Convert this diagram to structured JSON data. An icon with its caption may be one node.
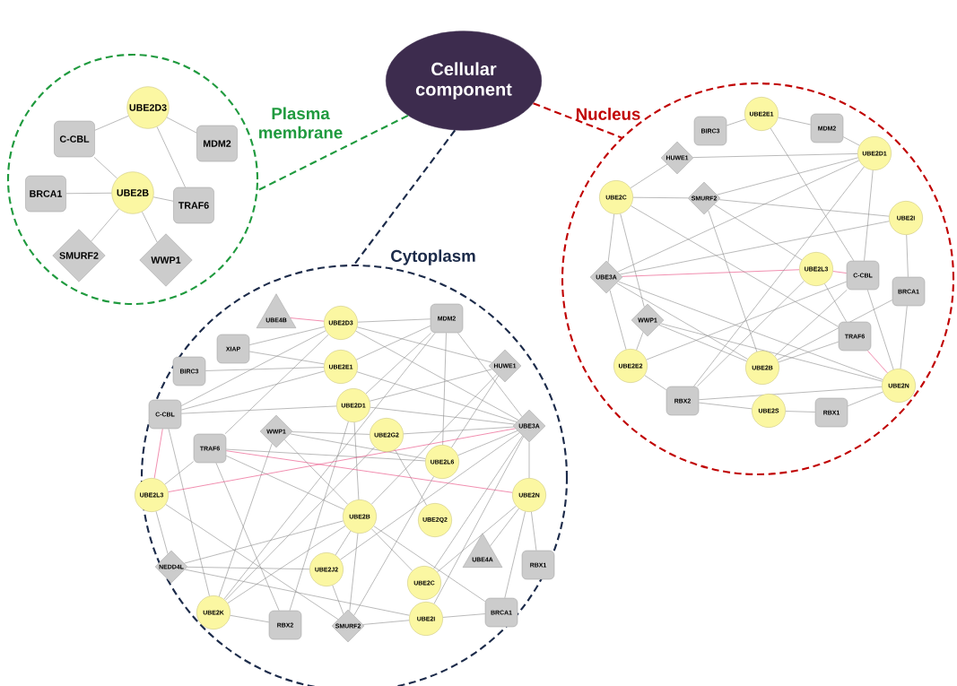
{
  "diagram": {
    "nodes": [
      {
        "text": [
          "Cellular component"
        ]
      },
      {
        "text": [
          "Plasma membrane"
        ]
      },
      {
        "text": [
          "UBE2D3"
        ],
        "in": 1
      },
      {
        "text": [
          "C-CBL"
        ],
        "in": 1
      },
      {
        "text": [
          "MDM2"
        ],
        "in": 1
      },
      {
        "text": [
          "BRCA1"
        ],
        "in": 1
      },
      {
        "text": [
          "UBE2B"
        ],
        "in": 1
      },
      {
        "text": [
          "TRAF6"
        ],
        "in": 1
      },
      {
        "text": [
          "SMURF2"
        ],
        "in": 1
      },
      {
        "text": [
          "WWP1"
        ],
        "in": 1
      },
      {
        "text": [
          "Nucleus"
        ]
      },
      {
        "text": [
          "UBE2E1"
        ],
        "in": 10
      },
      {
        "text": [
          "BIRC3"
        ],
        "in": 10
      },
      {
        "text": [
          "MDM2"
        ],
        "in": 10
      },
      {
        "text": [
          "HUWE1"
        ],
        "in": 10
      },
      {
        "text": [
          "UBE2D1"
        ],
        "in": 10
      },
      {
        "text": [
          "UBE2C"
        ],
        "in": 10
      },
      {
        "text": [
          "SMURF2"
        ],
        "in": 10
      },
      {
        "text": [
          "UBE2I"
        ],
        "in": 10
      },
      {
        "text": [
          "UBE3A"
        ],
        "in": 10
      },
      {
        "text": [
          "UBE2L3"
        ],
        "in": 10
      },
      {
        "text": [
          "C-CBL"
        ],
        "in": 10
      },
      {
        "text": [
          "BRCA1"
        ],
        "in": 10
      },
      {
        "text": [
          "WWP1"
        ],
        "in": 10
      },
      {
        "text": [
          "TRAF6"
        ],
        "in": 10
      },
      {
        "text": [
          "UBE2E2"
        ],
        "in": 10
      },
      {
        "text": [
          "UBE2B"
        ],
        "in": 10
      },
      {
        "text": [
          "UBE2N"
        ],
        "in": 10
      },
      {
        "text": [
          "RBX2"
        ],
        "in": 10
      },
      {
        "text": [
          "UBE2S"
        ],
        "in": 10
      },
      {
        "text": [
          "RBX1"
        ],
        "in": 10
      },
      {
        "text": [
          "Cytoplasm"
        ]
      },
      {
        "text": [
          "UBE4B"
        ],
        "in": 31
      },
      {
        "text": [
          "UBE2D3"
        ],
        "in": 31
      },
      {
        "text": [
          "MDM2"
        ],
        "in": 31
      },
      {
        "text": [
          "XIAP"
        ],
        "in": 31
      },
      {
        "text": [
          "UBE2E1"
        ],
        "in": 31
      },
      {
        "text": [
          "HUWE1"
        ],
        "in": 31
      },
      {
        "text": [
          "BIRC3"
        ],
        "in": 31
      },
      {
        "text": [
          "UBE2D1"
        ],
        "in": 31
      },
      {
        "text": [
          "C-CBL"
        ],
        "in": 31
      },
      {
        "text": [
          "WWP1"
        ],
        "in": 31
      },
      {
        "text": [
          "UBE2G2"
        ],
        "in": 31
      },
      {
        "text": [
          "UBE3A"
        ],
        "in": 31
      },
      {
        "text": [
          "TRAF6"
        ],
        "in": 31
      },
      {
        "text": [
          "UBE2L6"
        ],
        "in": 31
      },
      {
        "text": [
          "UBE2L3"
        ],
        "in": 31
      },
      {
        "text": [
          "UBE2N"
        ],
        "in": 31
      },
      {
        "text": [
          "UBE2B"
        ],
        "in": 31
      },
      {
        "text": [
          "UBE2Q2"
        ],
        "in": 31
      },
      {
        "text": [
          "UBE4A"
        ],
        "in": 31
      },
      {
        "text": [
          "RBX1"
        ],
        "in": 31
      },
      {
        "text": [
          "NEDD4L"
        ],
        "in": 31
      },
      {
        "text": [
          "UBE2J2"
        ],
        "in": 31
      },
      {
        "text": [
          "UBE2C"
        ],
        "in": 31
      },
      {
        "text": [
          "UBE2K"
        ],
        "in": 31
      },
      {
        "text": [
          "RBX2"
        ],
        "in": 31
      },
      {
        "text": [
          "SMURF2"
        ],
        "in": 31
      },
      {
        "text": [
          "UBE2I"
        ],
        "in": 31
      },
      {
        "text": [
          "BRCA1"
        ],
        "in": 31
      }
    ],
    "edges": [
      {
        "from": 0,
        "to": 1,
        "arrow": "none",
        "style": "dashed",
        "color": "#1f9a3e"
      },
      {
        "from": 0,
        "to": 10,
        "arrow": "none",
        "style": "dashed",
        "color": "#c00000"
      },
      {
        "from": 0,
        "to": 31,
        "arrow": "none",
        "style": "dashed",
        "color": "#1c2b4a"
      },
      {
        "from": 2,
        "to": 3,
        "arrow": "none"
      },
      {
        "from": 2,
        "to": 4,
        "arrow": "none"
      },
      {
        "from": 2,
        "to": 7,
        "arrow": "none"
      },
      {
        "from": 3,
        "to": 6,
        "arrow": "none"
      },
      {
        "from": 5,
        "to": 6,
        "arrow": "none"
      },
      {
        "from": 6,
        "to": 7,
        "arrow": "none"
      },
      {
        "from": 6,
        "to": 8,
        "arrow": "none"
      },
      {
        "from": 6,
        "to": 9,
        "arrow": "none"
      },
      {
        "from": 12,
        "to": 11,
        "arrow": "none"
      },
      {
        "from": 11,
        "to": 13,
        "arrow": "none"
      },
      {
        "from": 13,
        "to": 15,
        "arrow": "none"
      },
      {
        "from": 11,
        "to": 21,
        "arrow": "none"
      },
      {
        "from": 14,
        "to": 15,
        "arrow": "none"
      },
      {
        "from": 14,
        "to": 16,
        "arrow": "none"
      },
      {
        "from": 16,
        "to": 17,
        "arrow": "none"
      },
      {
        "from": 17,
        "to": 15,
        "arrow": "none"
      },
      {
        "from": 17,
        "to": 18,
        "arrow": "none"
      },
      {
        "from": 17,
        "to": 20,
        "arrow": "none"
      },
      {
        "from": 17,
        "to": 26,
        "arrow": "none"
      },
      {
        "from": 16,
        "to": 19,
        "arrow": "none"
      },
      {
        "from": 16,
        "to": 23,
        "arrow": "none"
      },
      {
        "from": 16,
        "to": 24,
        "arrow": "none"
      },
      {
        "from": 19,
        "to": 15,
        "arrow": "none"
      },
      {
        "from": 19,
        "to": 18,
        "arrow": "none"
      },
      {
        "from": 19,
        "to": 20,
        "arrow": "none",
        "color": "#e8437a"
      },
      {
        "from": 20,
        "to": 21,
        "arrow": "none",
        "color": "#e8437a"
      },
      {
        "from": 19,
        "to": 25,
        "arrow": "none"
      },
      {
        "from": 19,
        "to": 26,
        "arrow": "none"
      },
      {
        "from": 19,
        "to": 27,
        "arrow": "none"
      },
      {
        "from": 15,
        "to": 21,
        "arrow": "none"
      },
      {
        "from": 15,
        "to": 28,
        "arrow": "none"
      },
      {
        "from": 18,
        "to": 22,
        "arrow": "none"
      },
      {
        "from": 22,
        "to": 27,
        "arrow": "none"
      },
      {
        "from": 21,
        "to": 27,
        "arrow": "none"
      },
      {
        "from": 21,
        "to": 25,
        "arrow": "none"
      },
      {
        "from": 21,
        "to": 26,
        "arrow": "none"
      },
      {
        "from": 20,
        "to": 24,
        "arrow": "none"
      },
      {
        "from": 20,
        "to": 28,
        "arrow": "none"
      },
      {
        "from": 22,
        "to": 26,
        "arrow": "none"
      },
      {
        "from": 24,
        "to": 26,
        "arrow": "none"
      },
      {
        "from": 24,
        "to": 27,
        "arrow": "none",
        "color": "#e8437a"
      },
      {
        "from": 23,
        "to": 25,
        "arrow": "none"
      },
      {
        "from": 23,
        "to": 26,
        "arrow": "none"
      },
      {
        "from": 23,
        "to": 27,
        "arrow": "none"
      },
      {
        "from": 25,
        "to": 28,
        "arrow": "none"
      },
      {
        "from": 28,
        "to": 27,
        "arrow": "none"
      },
      {
        "from": 28,
        "to": 29,
        "arrow": "none"
      },
      {
        "from": 29,
        "to": 30,
        "arrow": "none"
      },
      {
        "from": 30,
        "to": 27,
        "arrow": "none"
      },
      {
        "from": 32,
        "to": 33,
        "arrow": "none",
        "color": "#e8437a"
      },
      {
        "from": 33,
        "to": 34,
        "arrow": "none"
      },
      {
        "from": 33,
        "to": 35,
        "arrow": "none"
      },
      {
        "from": 33,
        "to": 40,
        "arrow": "none"
      },
      {
        "from": 33,
        "to": 44,
        "arrow": "none"
      },
      {
        "from": 33,
        "to": 37,
        "arrow": "none"
      },
      {
        "from": 33,
        "to": 43,
        "arrow": "none"
      },
      {
        "from": 35,
        "to": 36,
        "arrow": "none"
      },
      {
        "from": 38,
        "to": 36,
        "arrow": "none"
      },
      {
        "from": 36,
        "to": 40,
        "arrow": "none"
      },
      {
        "from": 36,
        "to": 34,
        "arrow": "none"
      },
      {
        "from": 36,
        "to": 43,
        "arrow": "none"
      },
      {
        "from": 40,
        "to": 39,
        "arrow": "none"
      },
      {
        "from": 40,
        "to": 46,
        "arrow": "none",
        "color": "#e8437a"
      },
      {
        "from": 40,
        "to": 55,
        "arrow": "none"
      },
      {
        "from": 34,
        "to": 45,
        "arrow": "none"
      },
      {
        "from": 34,
        "to": 39,
        "arrow": "none"
      },
      {
        "from": 34,
        "to": 55,
        "arrow": "none"
      },
      {
        "from": 34,
        "to": 43,
        "arrow": "none"
      },
      {
        "from": 37,
        "to": 39,
        "arrow": "none"
      },
      {
        "from": 37,
        "to": 45,
        "arrow": "none"
      },
      {
        "from": 37,
        "to": 48,
        "arrow": "none"
      },
      {
        "from": 39,
        "to": 43,
        "arrow": "none"
      },
      {
        "from": 39,
        "to": 48,
        "arrow": "none"
      },
      {
        "from": 39,
        "to": 56,
        "arrow": "none"
      },
      {
        "from": 41,
        "to": 42,
        "arrow": "none"
      },
      {
        "from": 41,
        "to": 45,
        "arrow": "none"
      },
      {
        "from": 41,
        "to": 48,
        "arrow": "none"
      },
      {
        "from": 41,
        "to": 55,
        "arrow": "none"
      },
      {
        "from": 42,
        "to": 43,
        "arrow": "none"
      },
      {
        "from": 42,
        "to": 49,
        "arrow": "none"
      },
      {
        "from": 42,
        "to": 55,
        "arrow": "none"
      },
      {
        "from": 44,
        "to": 47,
        "arrow": "none",
        "color": "#e8437a"
      },
      {
        "from": 44,
        "to": 46,
        "arrow": "none"
      },
      {
        "from": 44,
        "to": 56,
        "arrow": "none"
      },
      {
        "from": 44,
        "to": 48,
        "arrow": "none"
      },
      {
        "from": 44,
        "to": 45,
        "arrow": "none"
      },
      {
        "from": 43,
        "to": 46,
        "arrow": "none",
        "color": "#e8437a"
      },
      {
        "from": 43,
        "to": 47,
        "arrow": "none"
      },
      {
        "from": 43,
        "to": 45,
        "arrow": "none"
      },
      {
        "from": 43,
        "to": 53,
        "arrow": "none"
      },
      {
        "from": 43,
        "to": 54,
        "arrow": "none"
      },
      {
        "from": 43,
        "to": 58,
        "arrow": "none"
      },
      {
        "from": 46,
        "to": 52,
        "arrow": "none"
      },
      {
        "from": 46,
        "to": 57,
        "arrow": "none"
      },
      {
        "from": 48,
        "to": 52,
        "arrow": "none"
      },
      {
        "from": 48,
        "to": 53,
        "arrow": "none"
      },
      {
        "from": 48,
        "to": 57,
        "arrow": "none"
      },
      {
        "from": 48,
        "to": 59,
        "arrow": "none"
      },
      {
        "from": 48,
        "to": 54,
        "arrow": "none"
      },
      {
        "from": 47,
        "to": 50,
        "arrow": "none"
      },
      {
        "from": 47,
        "to": 51,
        "arrow": "none"
      },
      {
        "from": 47,
        "to": 59,
        "arrow": "none"
      },
      {
        "from": 47,
        "to": 54,
        "arrow": "none"
      },
      {
        "from": 52,
        "to": 53,
        "arrow": "none"
      },
      {
        "from": 52,
        "to": 58,
        "arrow": "none"
      },
      {
        "from": 53,
        "to": 57,
        "arrow": "none"
      },
      {
        "from": 55,
        "to": 56,
        "arrow": "none"
      },
      {
        "from": 55,
        "to": 48,
        "arrow": "none"
      },
      {
        "from": 57,
        "to": 58,
        "arrow": "none"
      },
      {
        "from": 57,
        "to": 45,
        "arrow": "none"
      },
      {
        "from": 58,
        "to": 59,
        "arrow": "none"
      }
    ]
  }
}
